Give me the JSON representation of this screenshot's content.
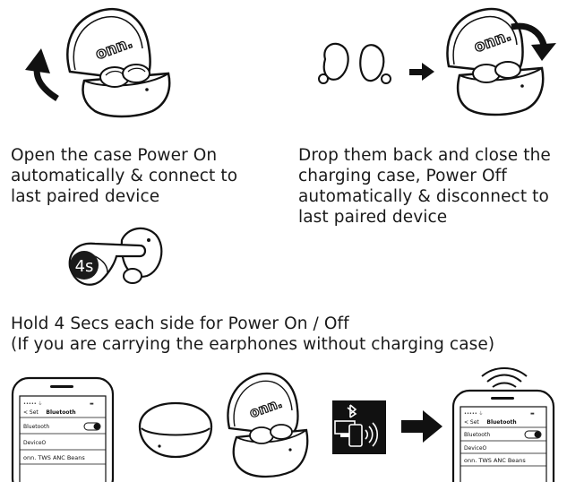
{
  "step1": {
    "lines": [
      "Open the case Power On",
      "automatically & connect to",
      "last paired device"
    ],
    "logo": "onn."
  },
  "step2": {
    "lines": [
      "Drop them back and close the",
      "charging case, Power Off",
      "automatically & disconnect to",
      "last paired device"
    ],
    "logo": "onn."
  },
  "step3": {
    "badge": "4s",
    "lines": [
      "Hold 4 Secs each  side for Power On / Off",
      "(If you are carrying the earphones without charging case)"
    ]
  },
  "pairing": {
    "phone_left": {
      "back": "< Set",
      "title": "Bluetooth",
      "bluetooth_label": "Bluetooth",
      "devices_label": "DeviceO",
      "device_name": "onn. TWS ANC Beans"
    },
    "case_logo": "onn.",
    "phone_right": {
      "back": "< Set",
      "title": "Bluetooth",
      "bluetooth_label": "Bluetooth",
      "devices_label": "DeviceO",
      "device_name": "onn. TWS ANC Beans"
    }
  },
  "icons": {
    "rotate_open": "curved-arrow-icon",
    "rotate_close": "curved-arrow-icon",
    "right_arrow": "right-arrow-icon",
    "bluetooth": "bluetooth-icon",
    "wifi_signal": "signal-icon"
  }
}
